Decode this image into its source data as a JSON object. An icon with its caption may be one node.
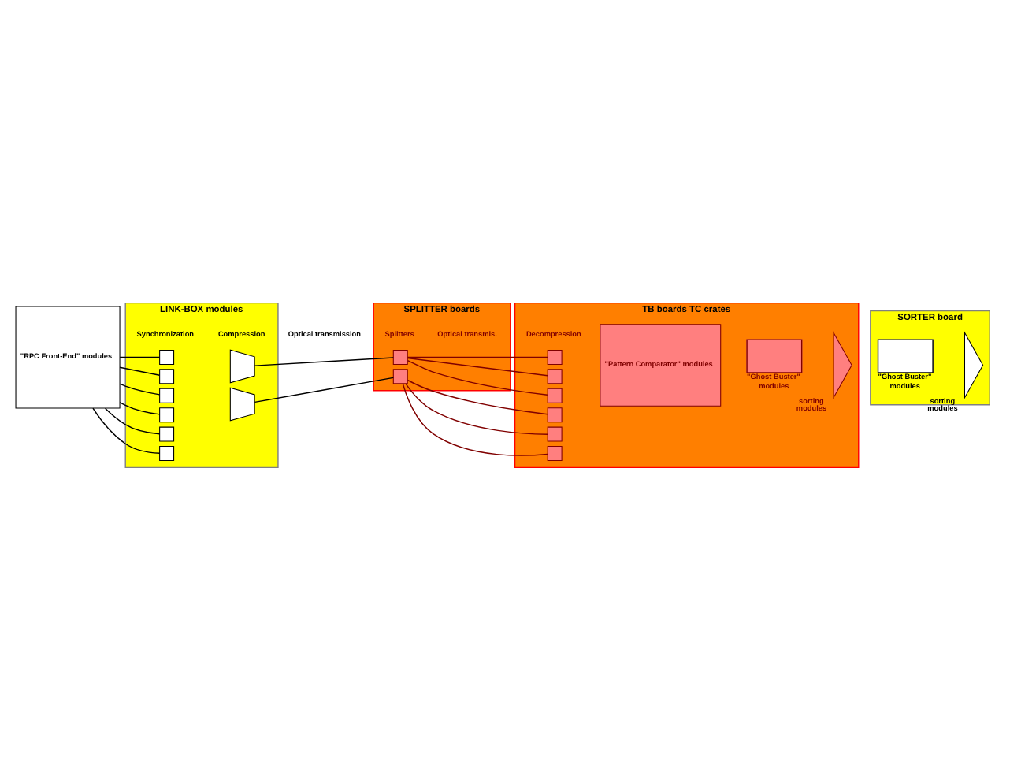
{
  "diagram": {
    "nodes": [
      {
        "text": [
          "\"RPC Front-End\" modules"
        ]
      },
      {
        "text": [
          "LINK-BOX modules"
        ]
      },
      {
        "text": [],
        "shape": "box",
        "in": 1
      },
      {
        "text": [],
        "shape": "box",
        "in": 1
      },
      {
        "text": [],
        "shape": "box",
        "in": 1
      },
      {
        "text": [],
        "shape": "trapezoid",
        "in": 1
      },
      {
        "text": [],
        "shape": "box",
        "in": 1
      },
      {
        "text": [],
        "shape": "box",
        "in": 1
      },
      {
        "text": [],
        "shape": "box",
        "in": 1
      },
      {
        "text": [],
        "shape": "trapezoid",
        "in": 1
      },
      {
        "text": [
          "SPLITTER boards"
        ]
      },
      {
        "text": [],
        "shape": "box",
        "in": 10
      },
      {
        "text": [],
        "shape": "box",
        "in": 10
      },
      {
        "text": [
          "TB boards TC crates"
        ]
      },
      {
        "text": [],
        "shape": "box",
        "in": 13
      },
      {
        "text": [],
        "shape": "box",
        "in": 13
      },
      {
        "text": [],
        "shape": "box",
        "in": 13
      },
      {
        "text": [],
        "shape": "box",
        "in": 13
      },
      {
        "text": [],
        "shape": "box",
        "in": 13
      },
      {
        "text": [],
        "shape": "box",
        "in": 13
      },
      {
        "text": [
          "\"Pattern Comparator\" modules"
        ],
        "in": 13
      },
      {
        "text": [],
        "shape": "box",
        "in": 13,
        "beside": [
          "\"Ghost Buster\" modules"
        ]
      },
      {
        "text": [],
        "shape": "triangle",
        "in": 13,
        "beside": [
          "sorting modules"
        ]
      },
      {
        "text": [
          "SORTER board"
        ]
      },
      {
        "text": [],
        "shape": "box",
        "in": 23,
        "beside": [
          "\"Ghost Buster\" modules"
        ]
      },
      {
        "text": [],
        "shape": "triangle",
        "in": 23,
        "beside": [
          "sorting modules"
        ]
      }
    ],
    "edges": [
      {
        "from": 0,
        "to": 2,
        "arrow": "none"
      },
      {
        "from": 0,
        "to": 3,
        "arrow": "none"
      },
      {
        "from": 0,
        "to": 4,
        "arrow": "none"
      },
      {
        "from": 0,
        "to": 6,
        "arrow": "none"
      },
      {
        "from": 0,
        "to": 7,
        "arrow": "none"
      },
      {
        "from": 0,
        "to": 8,
        "arrow": "none"
      },
      {
        "from": 5,
        "to": 11,
        "arrow": "none"
      },
      {
        "from": 9,
        "to": 12,
        "arrow": "none"
      },
      {
        "from": 11,
        "to": 14,
        "arrow": "none",
        "color": "#800000"
      },
      {
        "from": 11,
        "to": 15,
        "arrow": "none",
        "color": "#800000"
      },
      {
        "from": 11,
        "to": 16,
        "arrow": "none",
        "color": "#800000"
      },
      {
        "from": 12,
        "to": 17,
        "arrow": "none",
        "color": "#800000"
      },
      {
        "from": 12,
        "to": 18,
        "arrow": "none",
        "color": "#800000"
      },
      {
        "from": 12,
        "to": 19,
        "arrow": "none",
        "color": "#800000"
      }
    ],
    "labels": [
      "Synchronization",
      "Compression",
      "Optical transmission",
      "Splitters",
      "Optical transmis.",
      "Decompression"
    ]
  }
}
